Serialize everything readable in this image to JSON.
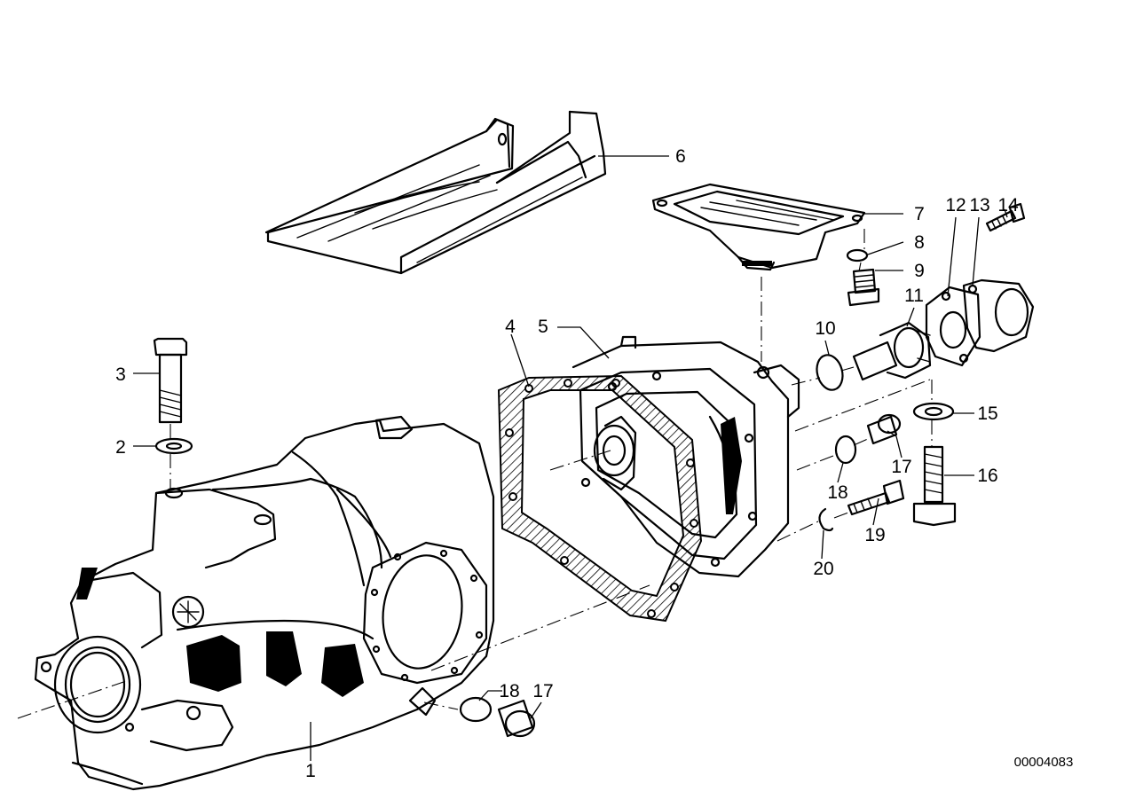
{
  "drawing_code": "00004083",
  "callouts": {
    "c1": "1",
    "c2": "2",
    "c3": "3",
    "c4": "4",
    "c5": "5",
    "c6": "6",
    "c7": "7",
    "c8": "8",
    "c9": "9",
    "c10": "10",
    "c11": "11",
    "c12": "12",
    "c13": "13",
    "c14": "14",
    "c15": "15",
    "c16": "16",
    "c17a": "17",
    "c17b": "17",
    "c18a": "18",
    "c18b": "18",
    "c19": "19",
    "c20": "20"
  }
}
